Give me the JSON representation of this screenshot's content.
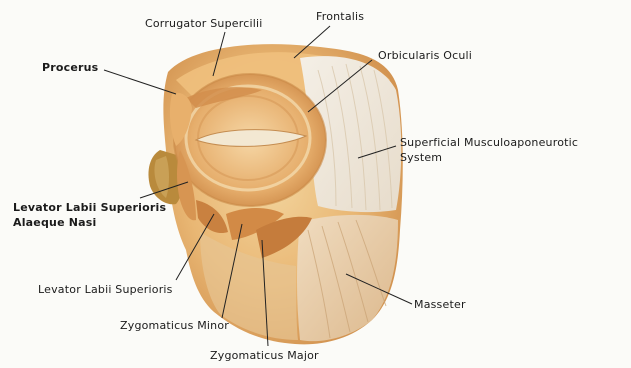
{
  "labels": {
    "frontalis": "Frontalis",
    "corrugator_supercilii": "Corrugator Supercilii",
    "procerus": "Procerus",
    "orbicularis_oculi": "Orbicularis Oculi",
    "smas_line1": "Superficial Musculoaponeurotic",
    "smas_line2": "System",
    "levator_labii_alaeque_line1": "Levator Labii Superioris",
    "levator_labii_alaeque_line2": "Alaeque Nasi",
    "levator_labii_superioris": "Levator Labii Superioris",
    "masseter": "Masseter",
    "zygomaticus_minor": "Zygomaticus Minor",
    "zygomaticus_major": "Zygomaticus Major"
  },
  "colors": {
    "muscle_light": "#f2c98a",
    "muscle_mid": "#e2a562",
    "muscle_dark": "#c97d3d",
    "fascia": "#efe6d6",
    "leader_line": "#222222"
  }
}
